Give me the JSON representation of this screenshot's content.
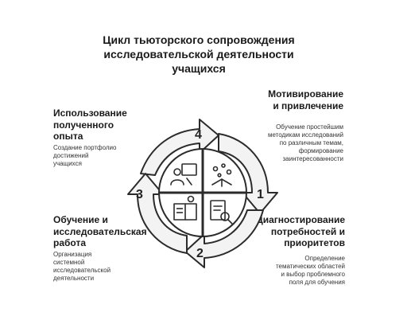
{
  "title": {
    "line1": "Цикл тьюторского сопровождения",
    "line2": "исследовательской деятельности",
    "line3": "учащихся"
  },
  "stages": {
    "motivation": {
      "number": "1",
      "heading": [
        "Мотивирование",
        "и привлечение"
      ],
      "description": [
        "Обучение простейшим",
        "методикам исследований",
        "по различным темам,",
        "формирование",
        "заинтересованности"
      ],
      "icon": "science-icon"
    },
    "diagnostics": {
      "number": "2",
      "heading": [
        "Диагностирование",
        "потребностей и",
        "приоритетов"
      ],
      "description": [
        "Определение",
        "тематических областей",
        "и выбор проблемного",
        "поля для обучения"
      ],
      "icon": "checklist-search-icon"
    },
    "training": {
      "number": "3",
      "heading": [
        "Обучение и",
        "исследовательская",
        "работа"
      ],
      "description": [
        "Организация",
        "системной",
        "исследовательской",
        "деятельности"
      ],
      "icon": "book-idea-icon"
    },
    "application": {
      "number": "4",
      "heading": [
        "Использование",
        "полученного",
        "опыта"
      ],
      "description": [
        "Создание портфолио",
        "достижений",
        "учащихся"
      ],
      "icon": "student-board-icon"
    }
  },
  "colors": {
    "arrow_fill": "#f3f3f3",
    "stroke": "#2b2b2b",
    "quadrant_fill": "#ffffff",
    "text": "#222222"
  }
}
